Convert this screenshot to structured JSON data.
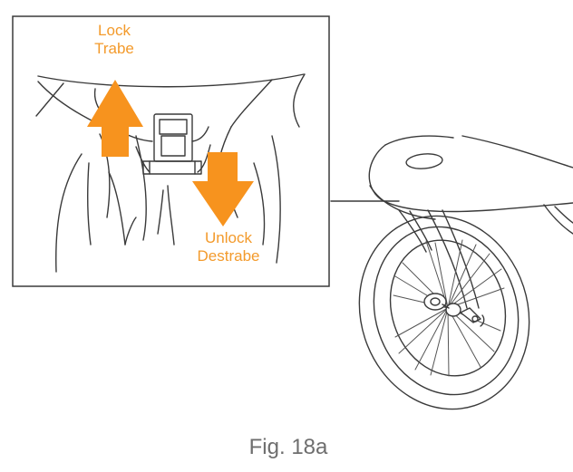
{
  "colors": {
    "arrow": "#f7931e",
    "label": "#f39a2b",
    "line": "#3a3a3a",
    "caption": "#6e6e6e"
  },
  "inset": {
    "lock_label_line1": "Lock",
    "lock_label_line2": "Trabe",
    "unlock_label_line1": "Unlock",
    "unlock_label_line2": "Destrabe",
    "lock_arrow_icon": "arrow-up-icon",
    "unlock_arrow_icon": "arrow-down-icon"
  },
  "caption": "Fig. 18a"
}
